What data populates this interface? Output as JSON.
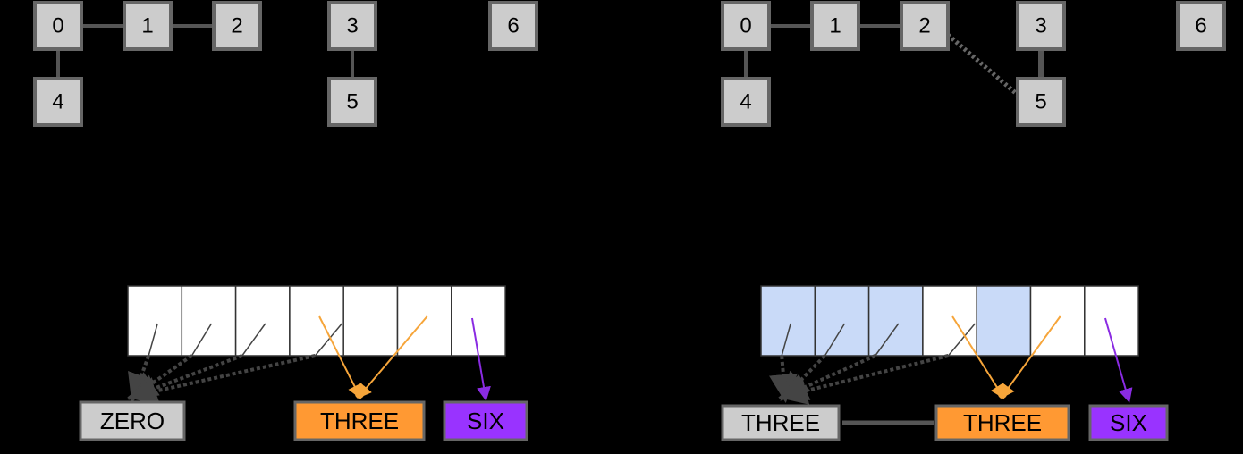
{
  "colors": {
    "background": "#000000",
    "node_fill": "#cccccc",
    "node_stroke": "#666666",
    "edge": "#555555",
    "cell_white": "#ffffff",
    "cell_highlight": "#c9daf8",
    "cell_stroke": "#333333",
    "pointer_gray": "#444444",
    "orange": "#ff9933",
    "orange_line": "#f6a53a",
    "purple": "#9933ff",
    "purple_line": "#8a2be2",
    "label_stroke": "#666666"
  },
  "left": {
    "nodes": [
      "0",
      "1",
      "2",
      "3",
      "4",
      "5",
      "6"
    ],
    "edges": [
      [
        "0",
        "1"
      ],
      [
        "1",
        "2"
      ],
      [
        "0",
        "4"
      ],
      [
        "3",
        "5"
      ]
    ],
    "array_cells": 7,
    "highlighted_cells": [],
    "labels": [
      {
        "text": "ZERO",
        "color": "#cccccc"
      },
      {
        "text": "THREE",
        "color": "#ff9933"
      },
      {
        "text": "SIX",
        "color": "#9933ff"
      }
    ]
  },
  "right": {
    "nodes": [
      "0",
      "1",
      "2",
      "3",
      "4",
      "5",
      "6"
    ],
    "edges": [
      [
        "0",
        "1"
      ],
      [
        "1",
        "2"
      ],
      [
        "0",
        "4"
      ],
      [
        "3",
        "5"
      ]
    ],
    "new_edges": [
      [
        "2",
        "5"
      ]
    ],
    "array_cells": 7,
    "highlighted_cells": [
      0,
      1,
      2,
      4
    ],
    "labels": [
      {
        "text": "THREE",
        "color": "#cccccc"
      },
      {
        "text": "THREE",
        "color": "#ff9933"
      },
      {
        "text": "SIX",
        "color": "#9933ff"
      }
    ]
  }
}
